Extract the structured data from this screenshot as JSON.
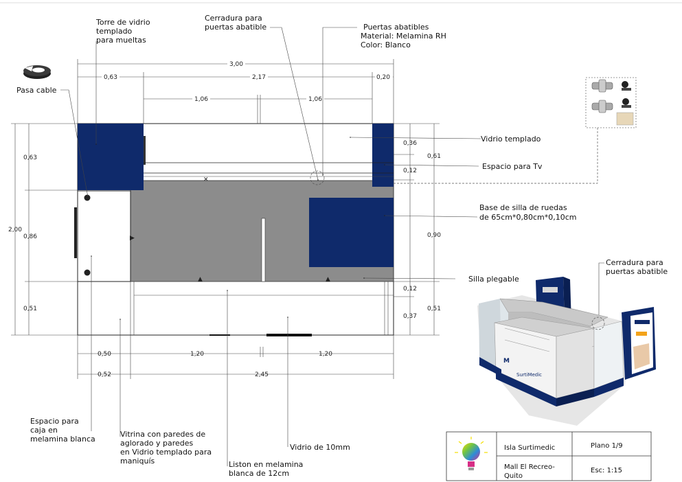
{
  "labels": {
    "torre": [
      "Torre de vidrio",
      "templado",
      "para mueltas"
    ],
    "cerradura_top": [
      "Cerradura para",
      "puertas abatible"
    ],
    "puertas": [
      "Puertas abatibles",
      "Material: Melamina RH",
      "Color: Blanco"
    ],
    "pasa_cable": "Pasa cable",
    "vidrio_templado": "Vidrio templado",
    "espacio_tv": "Espacio para Tv",
    "base_silla": [
      "Base de silla de ruedas",
      "de 65cm*0,80cm*0,10cm"
    ],
    "silla_plegable": "Silla plegable",
    "cerradura_right": [
      "Cerradura para",
      "puertas abatible"
    ],
    "espacio_caja": [
      "Espacio para",
      "caja en",
      "melamina blanca"
    ],
    "vitrina": [
      "Vitrina con paredes de",
      "aglorado y paredes",
      "en Vidrio templado para",
      "maniquís"
    ],
    "liston": [
      "Liston en melamina",
      "blanca de 12cm"
    ],
    "vidrio_10mm": "Vidrio de 10mm"
  },
  "dimensions": {
    "top_total": "3,00",
    "top_left": "0,63",
    "top_mid": "2,17",
    "top_right": "0,20",
    "inner_left": "1,06",
    "inner_right": "1,06",
    "left_total": "2,00",
    "left_top": "0,63",
    "left_mid": "0,86",
    "left_bot": "0,51",
    "r_036": "0,36",
    "r_012a": "0,12",
    "r_061": "0,61",
    "r_090": "0,90",
    "r_012b": "0,12",
    "r_037": "0,37",
    "r_051": "0,51",
    "bot_050": "0,50",
    "bot_120a": "1,20",
    "bot_120b": "1,20",
    "bot_052": "0,52",
    "bot_245": "2,45"
  },
  "title_block": {
    "project": "Isla Surtimedic",
    "location": [
      "Mall El Recreo-",
      "Quito"
    ],
    "sheet": "Plano 1/9",
    "scale": "Esc: 1:15"
  },
  "render_brand": "SurtiMedic",
  "colors": {
    "navy": "#0f2a6b",
    "counter_gray": "#8c8c8c",
    "line": "#222222"
  },
  "icons": [
    "pasa-cable-icon",
    "lock-hardware-icon",
    "lightbulb-logo-icon"
  ]
}
